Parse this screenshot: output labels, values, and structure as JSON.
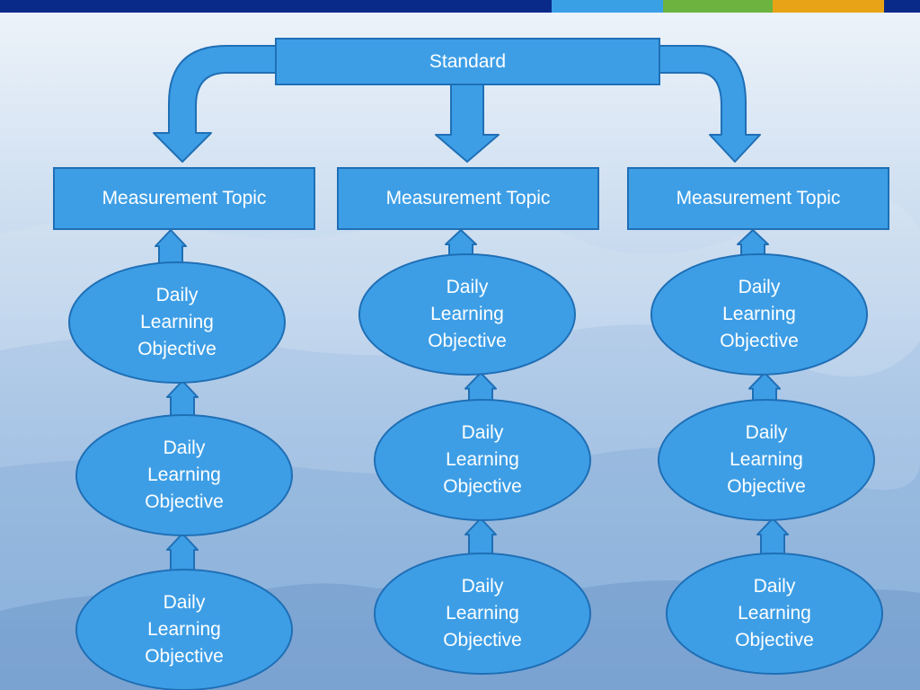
{
  "colors": {
    "bar_navy": "#0a2a8a",
    "bar_blue": "#3aa0e6",
    "bar_green": "#6cb33f",
    "bar_gold": "#e8a317",
    "node_fill": "#3d9ee6",
    "node_stroke": "#1f6fb5"
  },
  "diagram": {
    "standard": {
      "label": "Standard"
    },
    "topics": [
      {
        "label": "Measurement Topic"
      },
      {
        "label": "Measurement Topic"
      },
      {
        "label": "Measurement Topic"
      }
    ],
    "objectives": [
      [
        {
          "label": "Daily\nLearning\nObjective"
        },
        {
          "label": "Daily\nLearning\nObjective"
        },
        {
          "label": "Daily\nLearning\nObjective"
        }
      ],
      [
        {
          "label": "Daily\nLearning\nObjective"
        },
        {
          "label": "Daily\nLearning\nObjective"
        },
        {
          "label": "Daily\nLearning\nObjective"
        }
      ],
      [
        {
          "label": "Daily\nLearning\nObjective"
        },
        {
          "label": "Daily\nLearning\nObjective"
        },
        {
          "label": "Daily\nLearning\nObjective"
        }
      ]
    ]
  }
}
